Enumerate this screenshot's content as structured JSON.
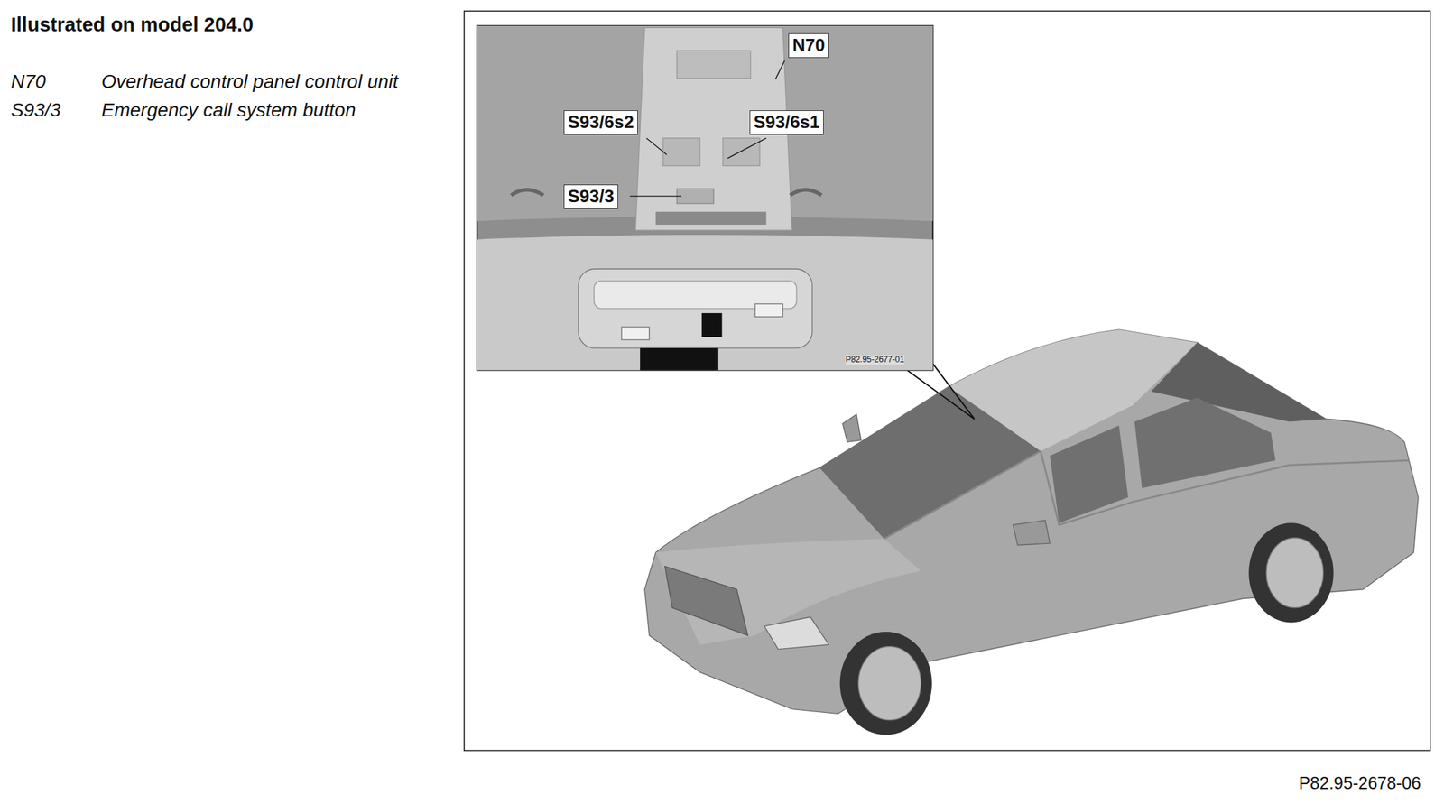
{
  "diagram": {
    "title": "Illustrated on model 204.0",
    "labels": [
      "N70",
      "Overhead control panel control unit",
      "S93/3",
      "Emergency call system button",
      "N70",
      "S93/6s2",
      "S93/6s1",
      "S93/3",
      "P82.95-2677-01",
      "P82.95-2678-06"
    ]
  }
}
